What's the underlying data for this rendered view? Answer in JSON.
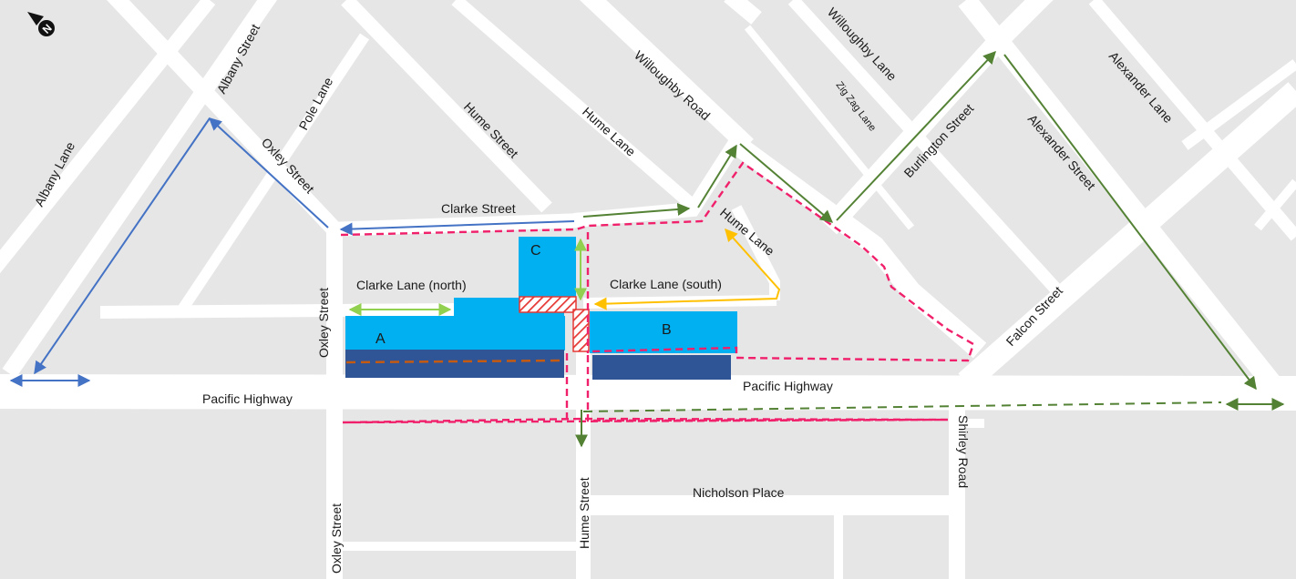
{
  "map": {
    "streets": {
      "albany_lane": "Albany Lane",
      "albany_street": "Albany Street",
      "pole_lane": "Pole Lane",
      "oxley_street_upper": "Oxley Street",
      "hume_street_upper": "Hume Street",
      "hume_lane_upper": "Hume Lane",
      "willoughby_road": "Willoughby Road",
      "willoughby_lane": "Willoughby Lane",
      "zig_zag_lane": "Zig Zag Lane",
      "burlington_street": "Burlington Street",
      "alexander_lane": "Alexander Lane",
      "alexander_street": "Alexander Street",
      "clarke_street": "Clarke Street",
      "hume_lane_mid": "Hume Lane",
      "oxley_street_mid": "Oxley Street",
      "clarke_lane_north": "Clarke Lane (north)",
      "clarke_lane_south": "Clarke Lane (south)",
      "falcon_street": "Falcon Street",
      "pacific_highway_west": "Pacific Highway",
      "pacific_highway_east": "Pacific Highway",
      "oxley_street_lower": "Oxley Street",
      "hume_street_lower": "Hume Street",
      "nicholson_place": "Nicholson Place",
      "shirley_road": "Shirley Road"
    },
    "sites": {
      "a": "A",
      "b": "B",
      "c": "C"
    },
    "compass": {
      "label": "N"
    },
    "colors": {
      "block": "#e6e6e6",
      "road": "#ffffff",
      "site_light": "#00b0f0",
      "site_dark": "#2f5597",
      "boundary": "#f0206b",
      "route_blue": "#4472c4",
      "route_green": "#548235",
      "route_light_green": "#92d050",
      "route_orange": "#ffc000",
      "tunnel": "#c55a11",
      "hatch": "#e53935"
    }
  }
}
